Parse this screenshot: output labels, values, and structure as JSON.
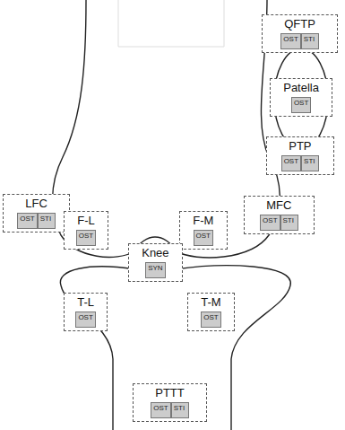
{
  "diagram": {
    "nodes": [
      {
        "text": [
          "QFTP"
        ]
      },
      {
        "text": [
          "OST"
        ],
        "in": 0
      },
      {
        "text": [
          "STI"
        ],
        "in": 0
      },
      {
        "text": [
          "Patella"
        ]
      },
      {
        "text": [
          "OST"
        ],
        "in": 3
      },
      {
        "text": [
          "PTP"
        ]
      },
      {
        "text": [
          "OST"
        ],
        "in": 5
      },
      {
        "text": [
          "STI"
        ],
        "in": 5
      },
      {
        "text": [
          "LFC"
        ]
      },
      {
        "text": [
          "OST"
        ],
        "in": 8
      },
      {
        "text": [
          "STI"
        ],
        "in": 8
      },
      {
        "text": [
          "F-L"
        ]
      },
      {
        "text": [
          "OST"
        ],
        "in": 11
      },
      {
        "text": [
          "F-M"
        ]
      },
      {
        "text": [
          "OST"
        ],
        "in": 13
      },
      {
        "text": [
          "MFC"
        ]
      },
      {
        "text": [
          "OST"
        ],
        "in": 15
      },
      {
        "text": [
          "STI"
        ],
        "in": 15
      },
      {
        "text": [
          "Knee"
        ]
      },
      {
        "text": [
          "SYN"
        ],
        "in": 18
      },
      {
        "text": [
          "T-L"
        ]
      },
      {
        "text": [
          "OST"
        ],
        "in": 20
      },
      {
        "text": [
          "T-M"
        ]
      },
      {
        "text": [
          "OST"
        ],
        "in": 22
      },
      {
        "text": [
          "PTTT"
        ]
      },
      {
        "text": [
          "OST"
        ],
        "in": 24
      },
      {
        "text": [
          "STI"
        ],
        "in": 24
      }
    ]
  }
}
